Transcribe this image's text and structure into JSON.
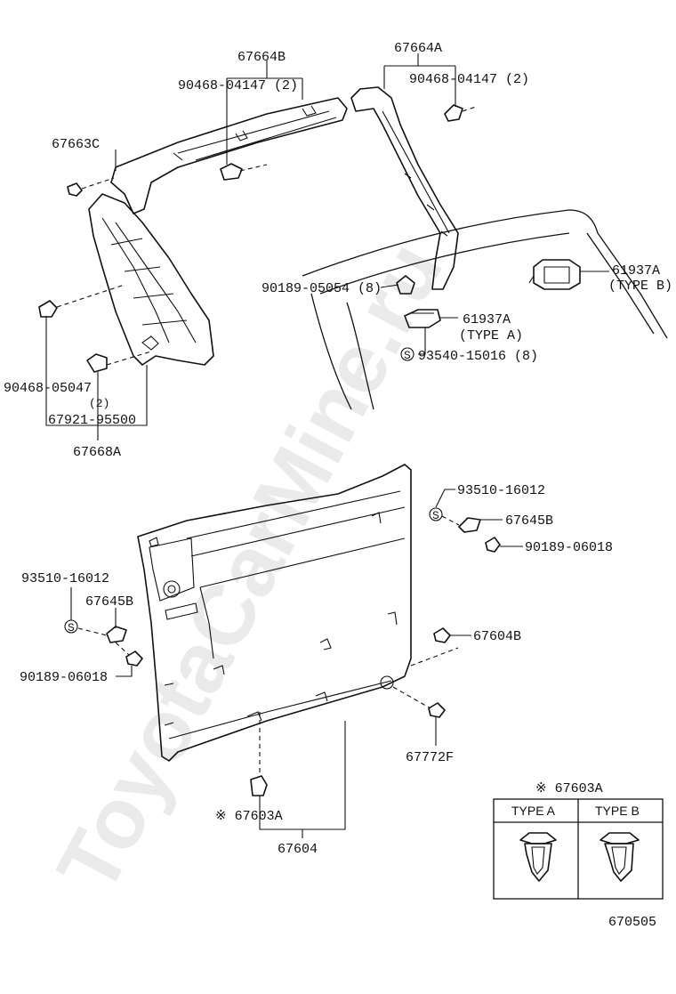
{
  "watermark": "ToyotaCarMine.ru",
  "labels": {
    "p67664B": "67664B",
    "p67664A": "67664A",
    "p90468_04147_left": "90468-04147 (2)",
    "p90468_04147_right": "90468-04147 (2)",
    "p67663C": "67663C",
    "p61937A_b": "61937A",
    "p61937A_b_type": "(TYPE B)",
    "p90189_05054": "90189-05054 (8)",
    "p61937A_a": "61937A",
    "p61937A_a_type": "(TYPE A)",
    "p93540_15016": "93540-15016 (8)",
    "p90468_05047": "90468-05047",
    "p90468_05047_qty": "(2)",
    "p67921_95500": "67921-95500",
    "p67668A": "67668A",
    "p93510_16012_right": "93510-16012",
    "p67645B_right": "67645B",
    "p90189_06018_right": "90189-06018",
    "p93510_16012_left": "93510-16012",
    "p67645B_left": "67645B",
    "p90189_06018_left": "90189-06018",
    "p67604B": "67604B",
    "p67772F": "67772F",
    "p67603A": "※ 67603A",
    "p67604": "67604",
    "s_symbol": "S"
  },
  "inset": {
    "title": "※ 67603A",
    "col_a": "TYPE A",
    "col_b": "TYPE B"
  },
  "figure_code": "670505"
}
